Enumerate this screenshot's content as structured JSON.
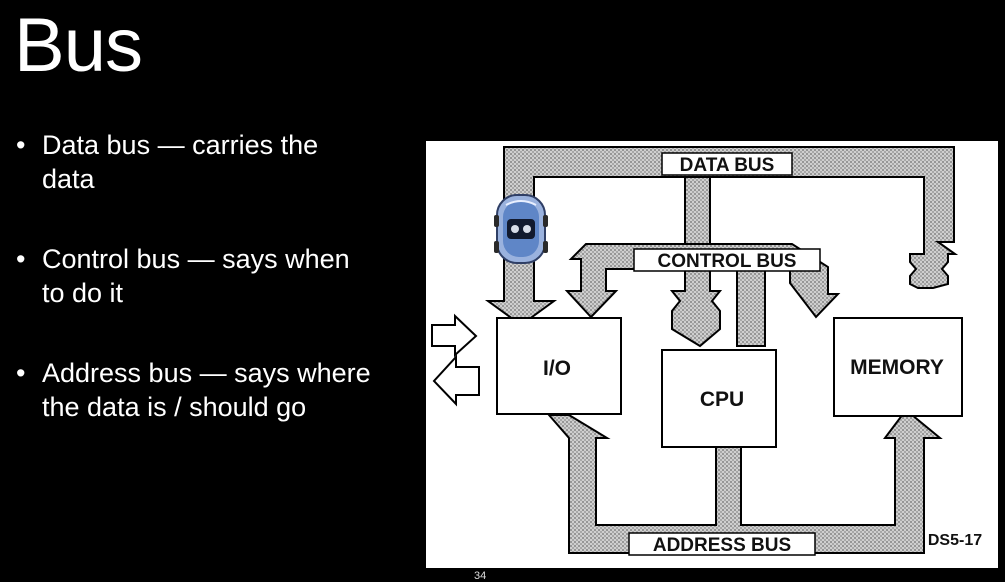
{
  "slide": {
    "title": "Bus",
    "bullets": [
      {
        "label": "Data bus — carries the data"
      },
      {
        "label": "Control bus — says when to do it"
      },
      {
        "label": "Address bus — says where the data is / should go"
      }
    ],
    "page_number": "34"
  },
  "diagram": {
    "bus_labels": {
      "data": "DATA BUS",
      "control": "CONTROL BUS",
      "address": "ADDRESS BUS"
    },
    "blocks": {
      "io": "I/O",
      "cpu": "CPU",
      "memory": "MEMORY"
    },
    "figure_code": "DS5-17",
    "sticker_icon": "car-icon",
    "colors": {
      "bus_fill": "#bdbdbd",
      "car_body": "#5f86c7"
    }
  }
}
